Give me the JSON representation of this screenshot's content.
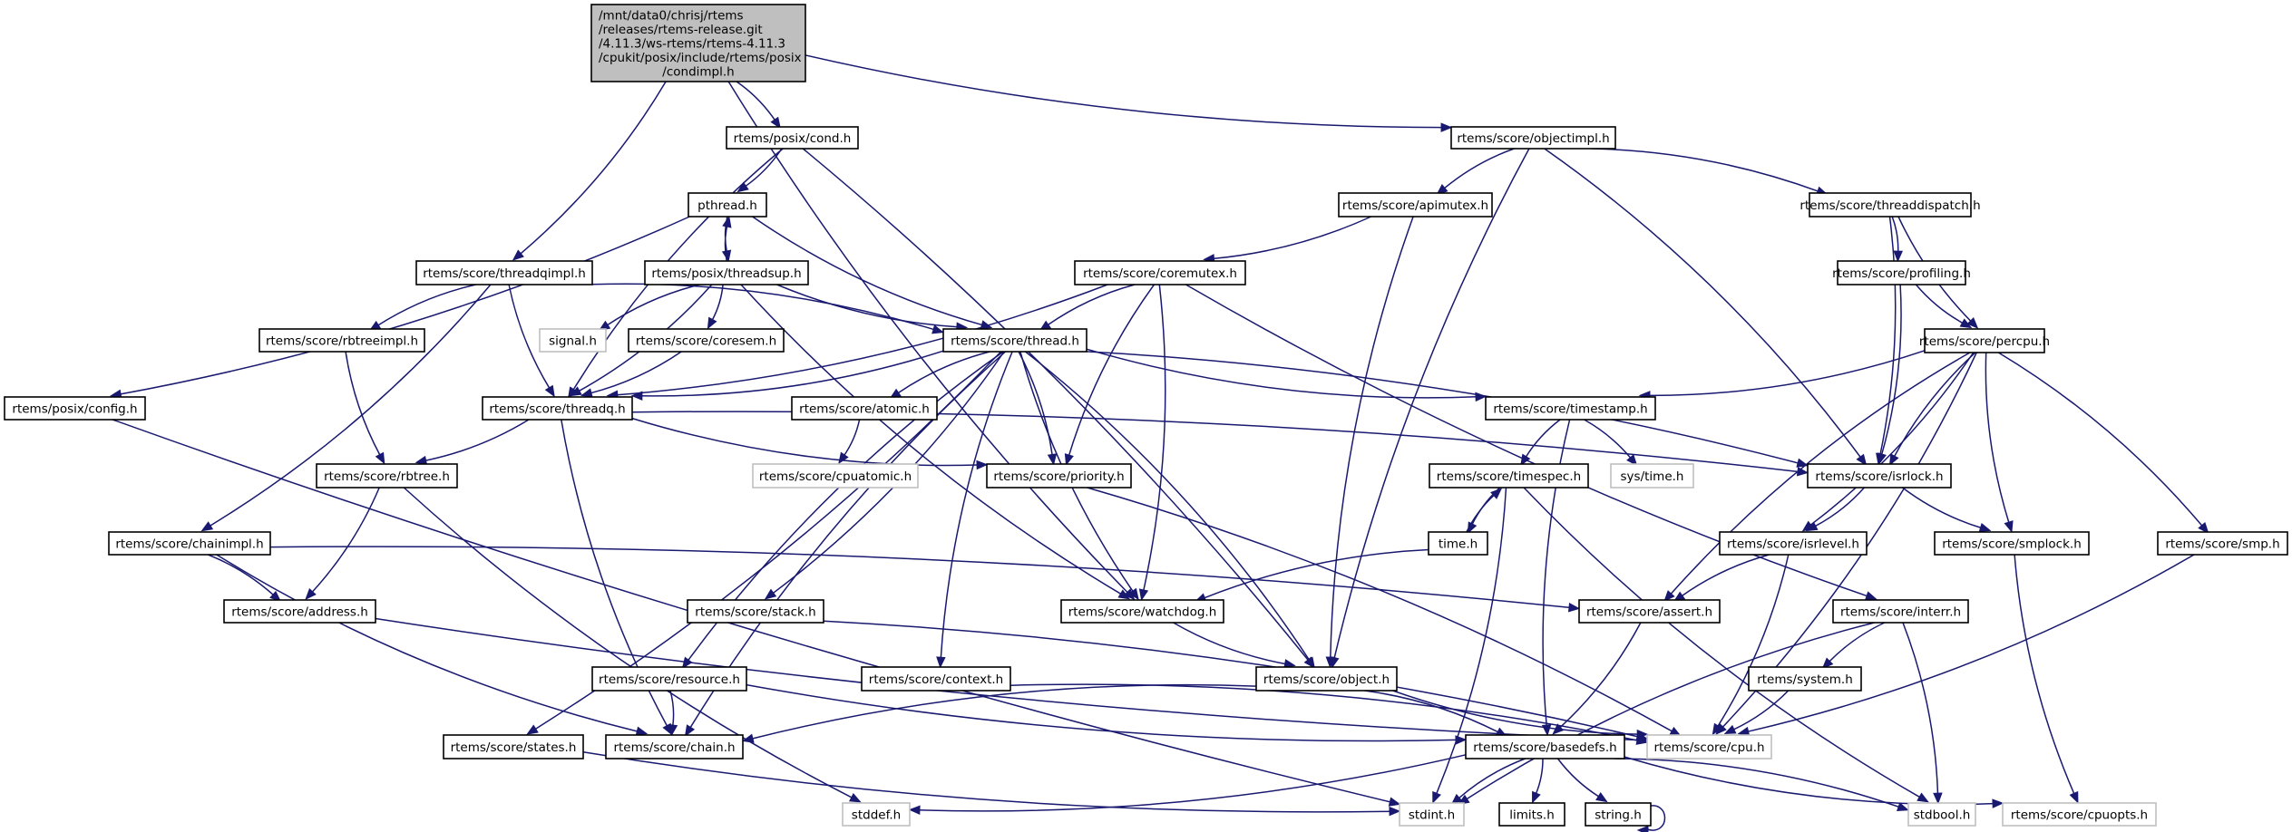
{
  "graph": {
    "type": "include-dependency-graph",
    "edge_color": "#191970",
    "root_fill": "#bfbfbf",
    "external_border": "#bfbfbf",
    "root": {
      "id": "condimpl",
      "label_lines": [
        "/mnt/data0/chrisj/rtems",
        "/releases/rtems-release.git",
        "/4.11.3/ws-rtems/rtems-4.11.3",
        "/cpukit/posix/include/rtems/posix",
        "/condimpl.h"
      ]
    },
    "nodes": [
      {
        "id": "cond",
        "label": "rtems/posix/cond.h",
        "external": false
      },
      {
        "id": "objectimpl",
        "label": "rtems/score/objectimpl.h",
        "external": false
      },
      {
        "id": "pthread",
        "label": "pthread.h",
        "external": false
      },
      {
        "id": "apimutex",
        "label": "rtems/score/apimutex.h",
        "external": false
      },
      {
        "id": "threaddispatch",
        "label": "rtems/score/threaddispatch.h",
        "external": false
      },
      {
        "id": "threadqimpl",
        "label": "rtems/score/threadqimpl.h",
        "external": false
      },
      {
        "id": "threadsup",
        "label": "rtems/posix/threadsup.h",
        "external": false
      },
      {
        "id": "coremutex",
        "label": "rtems/score/coremutex.h",
        "external": false
      },
      {
        "id": "profiling",
        "label": "rtems/score/profiling.h",
        "external": false
      },
      {
        "id": "rbtreeimpl",
        "label": "rtems/score/rbtreeimpl.h",
        "external": false
      },
      {
        "id": "signal",
        "label": "signal.h",
        "external": true
      },
      {
        "id": "coresem",
        "label": "rtems/score/coresem.h",
        "external": false
      },
      {
        "id": "thread",
        "label": "rtems/score/thread.h",
        "external": false
      },
      {
        "id": "percpu",
        "label": "rtems/score/percpu.h",
        "external": false
      },
      {
        "id": "config",
        "label": "rtems/posix/config.h",
        "external": false
      },
      {
        "id": "threadq",
        "label": "rtems/score/threadq.h",
        "external": false
      },
      {
        "id": "atomic",
        "label": "rtems/score/atomic.h",
        "external": false
      },
      {
        "id": "timestamp",
        "label": "rtems/score/timestamp.h",
        "external": false
      },
      {
        "id": "rbtree",
        "label": "rtems/score/rbtree.h",
        "external": false
      },
      {
        "id": "cpuatomic",
        "label": "rtems/score/cpuatomic.h",
        "external": true
      },
      {
        "id": "priority",
        "label": "rtems/score/priority.h",
        "external": false
      },
      {
        "id": "timespec",
        "label": "rtems/score/timespec.h",
        "external": false
      },
      {
        "id": "systime",
        "label": "sys/time.h",
        "external": true
      },
      {
        "id": "isrlock",
        "label": "rtems/score/isrlock.h",
        "external": false
      },
      {
        "id": "chainimpl",
        "label": "rtems/score/chainimpl.h",
        "external": false
      },
      {
        "id": "time",
        "label": "time.h",
        "external": false
      },
      {
        "id": "isrlevel",
        "label": "rtems/score/isrlevel.h",
        "external": false
      },
      {
        "id": "smplock",
        "label": "rtems/score/smplock.h",
        "external": false
      },
      {
        "id": "smp",
        "label": "rtems/score/smp.h",
        "external": false
      },
      {
        "id": "address",
        "label": "rtems/score/address.h",
        "external": false
      },
      {
        "id": "stack",
        "label": "rtems/score/stack.h",
        "external": false
      },
      {
        "id": "watchdog",
        "label": "rtems/score/watchdog.h",
        "external": false
      },
      {
        "id": "assert",
        "label": "rtems/score/assert.h",
        "external": false
      },
      {
        "id": "interr",
        "label": "rtems/score/interr.h",
        "external": false
      },
      {
        "id": "resource",
        "label": "rtems/score/resource.h",
        "external": false
      },
      {
        "id": "context",
        "label": "rtems/score/context.h",
        "external": false
      },
      {
        "id": "object",
        "label": "rtems/score/object.h",
        "external": false
      },
      {
        "id": "system",
        "label": "rtems/system.h",
        "external": false
      },
      {
        "id": "states",
        "label": "rtems/score/states.h",
        "external": false
      },
      {
        "id": "chain",
        "label": "rtems/score/chain.h",
        "external": false
      },
      {
        "id": "basedefs",
        "label": "rtems/score/basedefs.h",
        "external": false
      },
      {
        "id": "cpu",
        "label": "rtems/score/cpu.h",
        "external": true
      },
      {
        "id": "stddef",
        "label": "stddef.h",
        "external": true
      },
      {
        "id": "stdint",
        "label": "stdint.h",
        "external": true
      },
      {
        "id": "limits",
        "label": "limits.h",
        "external": false
      },
      {
        "id": "string",
        "label": "string.h",
        "external": false
      },
      {
        "id": "stdbool",
        "label": "stdbool.h",
        "external": true
      },
      {
        "id": "cpuopts",
        "label": "rtems/score/cpuopts.h",
        "external": true
      }
    ],
    "edges": [
      [
        "condimpl",
        "cond"
      ],
      [
        "condimpl",
        "objectimpl"
      ],
      [
        "condimpl",
        "threadqimpl"
      ],
      [
        "condimpl",
        "watchdog"
      ],
      [
        "cond",
        "pthread"
      ],
      [
        "cond",
        "threadq"
      ],
      [
        "cond",
        "object"
      ],
      [
        "objectimpl",
        "apimutex"
      ],
      [
        "objectimpl",
        "threaddispatch"
      ],
      [
        "objectimpl",
        "object"
      ],
      [
        "objectimpl",
        "isrlock"
      ],
      [
        "pthread",
        "threadsup"
      ],
      [
        "pthread",
        "config"
      ],
      [
        "pthread",
        "thread"
      ],
      [
        "threadsup",
        "pthread"
      ],
      [
        "threadsup",
        "signal"
      ],
      [
        "threadsup",
        "coresem"
      ],
      [
        "threadsup",
        "thread"
      ],
      [
        "threadsup",
        "threadq"
      ],
      [
        "threadsup",
        "watchdog"
      ],
      [
        "apimutex",
        "coremutex"
      ],
      [
        "apimutex",
        "object"
      ],
      [
        "threaddispatch",
        "profiling"
      ],
      [
        "threaddispatch",
        "percpu"
      ],
      [
        "threaddispatch",
        "isrlock"
      ],
      [
        "profiling",
        "percpu"
      ],
      [
        "profiling",
        "isrlock"
      ],
      [
        "threadqimpl",
        "rbtreeimpl"
      ],
      [
        "threadqimpl",
        "chainimpl"
      ],
      [
        "threadqimpl",
        "threadq"
      ],
      [
        "threadqimpl",
        "thread"
      ],
      [
        "coremutex",
        "thread"
      ],
      [
        "coremutex",
        "threadq"
      ],
      [
        "coremutex",
        "priority"
      ],
      [
        "coremutex",
        "watchdog"
      ],
      [
        "coremutex",
        "interr"
      ],
      [
        "coresem",
        "threadq"
      ],
      [
        "rbtreeimpl",
        "rbtree"
      ],
      [
        "thread",
        "threadq"
      ],
      [
        "thread",
        "atomic"
      ],
      [
        "thread",
        "priority"
      ],
      [
        "thread",
        "timestamp"
      ],
      [
        "thread",
        "isrlock"
      ],
      [
        "thread",
        "watchdog"
      ],
      [
        "thread",
        "object"
      ],
      [
        "thread",
        "context"
      ],
      [
        "thread",
        "stack"
      ],
      [
        "thread",
        "resource"
      ],
      [
        "thread",
        "states"
      ],
      [
        "thread",
        "chain"
      ],
      [
        "percpu",
        "timestamp"
      ],
      [
        "percpu",
        "isrlock"
      ],
      [
        "percpu",
        "isrlevel"
      ],
      [
        "percpu",
        "smplock"
      ],
      [
        "percpu",
        "smp"
      ],
      [
        "percpu",
        "assert"
      ],
      [
        "percpu",
        "cpu"
      ],
      [
        "config",
        "stdint"
      ],
      [
        "threadq",
        "rbtree"
      ],
      [
        "threadq",
        "priority"
      ],
      [
        "threadq",
        "isrlock"
      ],
      [
        "threadq",
        "chain"
      ],
      [
        "atomic",
        "cpuatomic"
      ],
      [
        "timestamp",
        "timespec"
      ],
      [
        "timestamp",
        "systime"
      ],
      [
        "timestamp",
        "basedefs"
      ],
      [
        "rbtree",
        "address"
      ],
      [
        "rbtree",
        "stddef"
      ],
      [
        "priority",
        "cpu"
      ],
      [
        "timespec",
        "time"
      ],
      [
        "timespec",
        "stdint"
      ],
      [
        "timespec",
        "stdbool"
      ],
      [
        "time",
        "timespec"
      ],
      [
        "time",
        "watchdog"
      ],
      [
        "isrlock",
        "isrlevel"
      ],
      [
        "isrlock",
        "smplock"
      ],
      [
        "chainimpl",
        "address"
      ],
      [
        "chainimpl",
        "chain"
      ],
      [
        "chainimpl",
        "assert"
      ],
      [
        "isrlevel",
        "assert"
      ],
      [
        "isrlevel",
        "cpu"
      ],
      [
        "smplock",
        "cpuopts"
      ],
      [
        "smp",
        "cpu"
      ],
      [
        "address",
        "cpu"
      ],
      [
        "stack",
        "cpu"
      ],
      [
        "watchdog",
        "object"
      ],
      [
        "assert",
        "basedefs"
      ],
      [
        "interr",
        "system"
      ],
      [
        "interr",
        "stdbool"
      ],
      [
        "interr",
        "stdint"
      ],
      [
        "resource",
        "chain"
      ],
      [
        "resource",
        "basedefs"
      ],
      [
        "context",
        "cpu"
      ],
      [
        "object",
        "chain"
      ],
      [
        "object",
        "basedefs"
      ],
      [
        "object",
        "cpu"
      ],
      [
        "system",
        "cpu"
      ],
      [
        "states",
        "stdint"
      ],
      [
        "basedefs",
        "stddef"
      ],
      [
        "basedefs",
        "stdint"
      ],
      [
        "basedefs",
        "limits"
      ],
      [
        "basedefs",
        "string"
      ],
      [
        "basedefs",
        "stdbool"
      ],
      [
        "basedefs",
        "cpuopts"
      ],
      [
        "string",
        "string"
      ]
    ]
  }
}
